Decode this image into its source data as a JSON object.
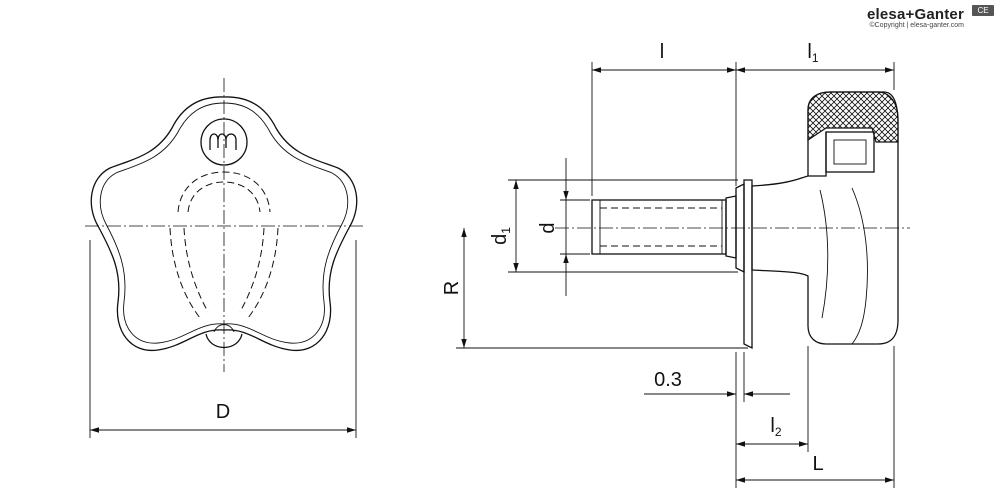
{
  "brand": {
    "name": "elesa+Ganter",
    "copyright": "©Copyright | elesa-ganter.com",
    "badge": "CE"
  },
  "front_view": {
    "logo_glyph": "m",
    "dim_D": "D"
  },
  "side_view": {
    "dim_l": "l",
    "dim_l1_base": "l",
    "dim_l1_sub": "1",
    "dim_d1_base": "d",
    "dim_d1_sub": "1",
    "dim_d": "d",
    "dim_R": "R",
    "dim_03": "0.3",
    "dim_l2_base": "l",
    "dim_l2_sub": "2",
    "dim_L": "L"
  }
}
